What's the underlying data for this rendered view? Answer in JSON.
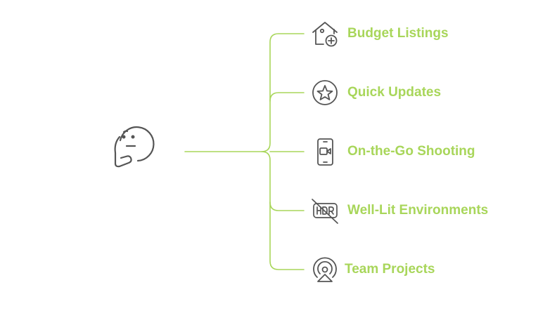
{
  "colors": {
    "connector": "#a8d65a",
    "label": "#a8d65a",
    "icon": "#555555"
  },
  "center": {
    "icon": "thinking-face-icon"
  },
  "items": [
    {
      "label": "Budget Listings",
      "icon": "house-plus-icon"
    },
    {
      "label": "Quick Updates",
      "icon": "star-circle-icon"
    },
    {
      "label": "On-the-Go Shooting",
      "icon": "phone-video-icon"
    },
    {
      "label": "Well-Lit Environments",
      "icon": "hdr-off-icon"
    },
    {
      "label": "Team Projects",
      "icon": "airplay-signal-icon"
    }
  ]
}
